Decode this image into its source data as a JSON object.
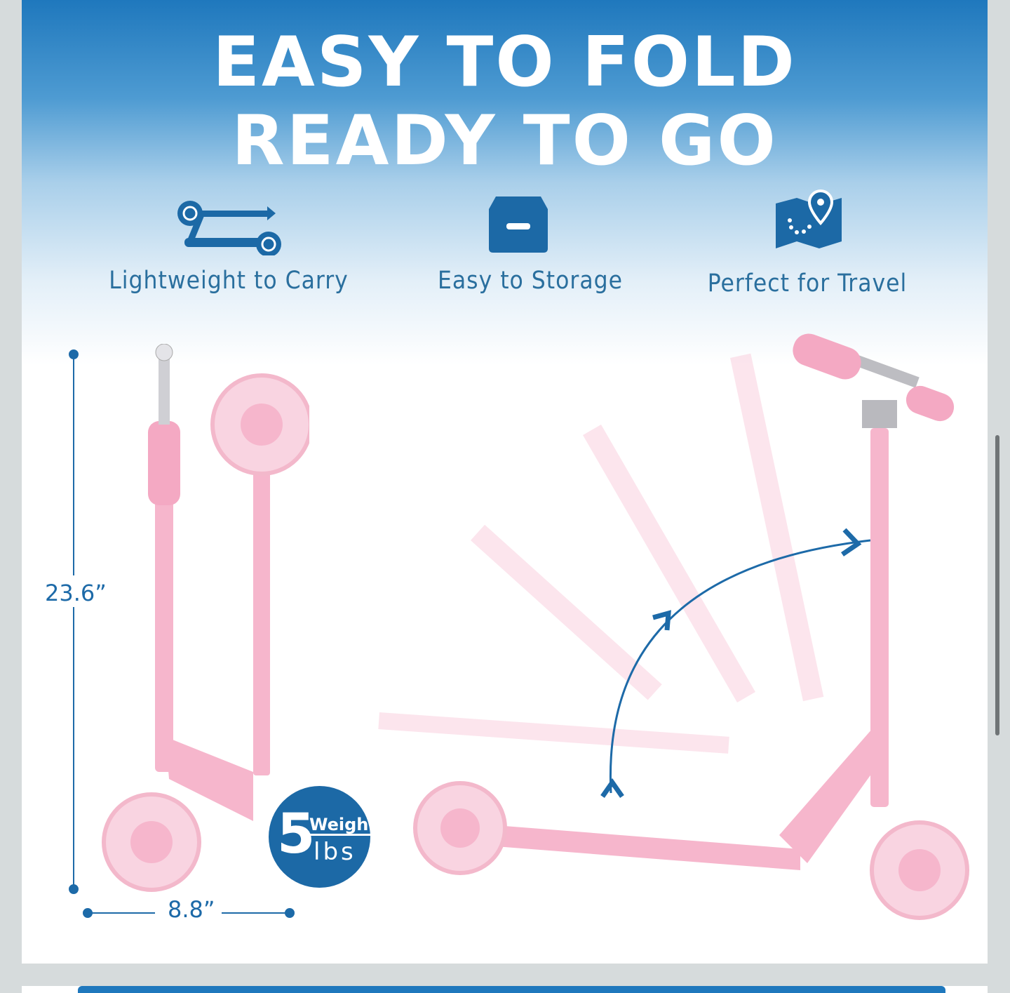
{
  "headline": {
    "line1": "EASY TO FOLD",
    "line2": "READY TO GO"
  },
  "features": [
    {
      "icon": "folded-scooter-icon",
      "label": "Lightweight to Carry"
    },
    {
      "icon": "storage-box-icon",
      "label": "Easy to Storage"
    },
    {
      "icon": "travel-map-pin-icon",
      "label": "Perfect for Travel"
    }
  ],
  "dimensions": {
    "height": "23.6”",
    "width": "8.8”"
  },
  "weight_badge": {
    "value": "5",
    "label": "Weight",
    "unit": "lbs"
  },
  "colors": {
    "brand_blue": "#1c69a6",
    "scooter_pink": "#f6b6cc",
    "page_bg": "#d6dbdc"
  }
}
